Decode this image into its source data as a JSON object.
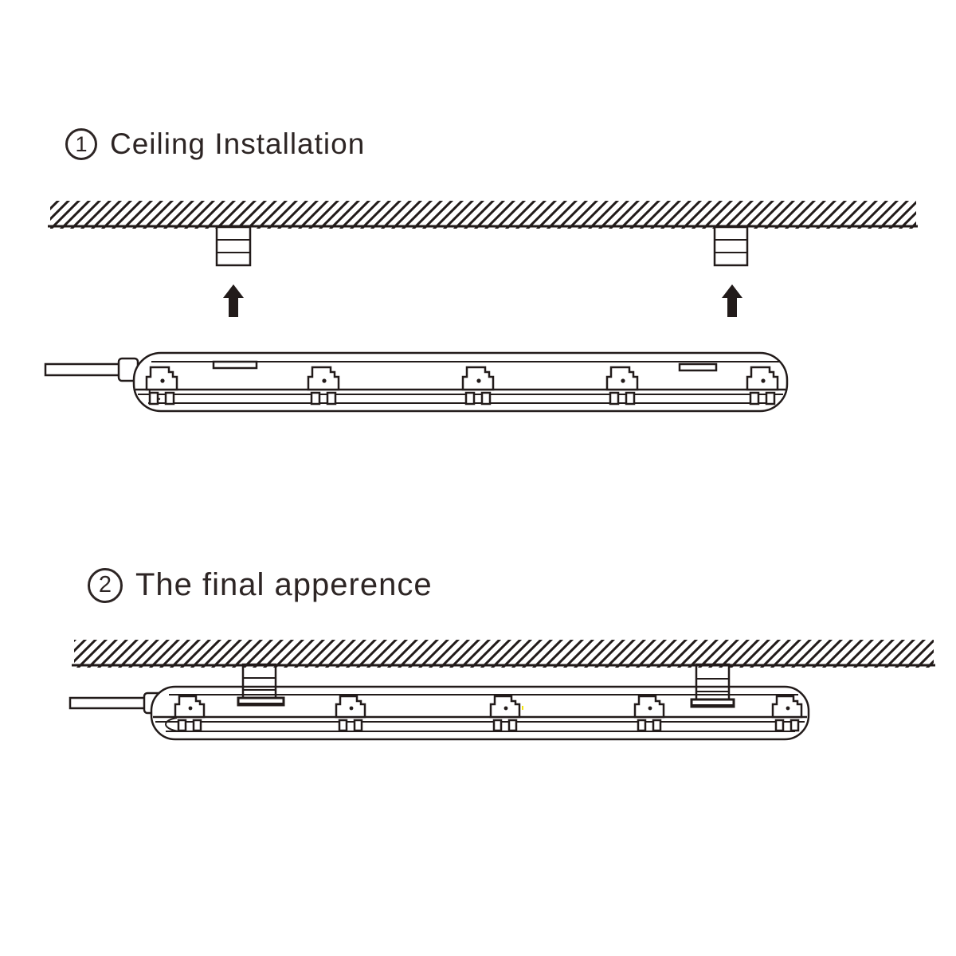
{
  "meta": {
    "background_color": "#ffffff",
    "line_color": "#221b1a",
    "text_color": "#2d2524"
  },
  "steps": [
    {
      "number": "1",
      "title": "Ceiling Installation"
    },
    {
      "number": "2",
      "title": "The final apperence"
    }
  ]
}
